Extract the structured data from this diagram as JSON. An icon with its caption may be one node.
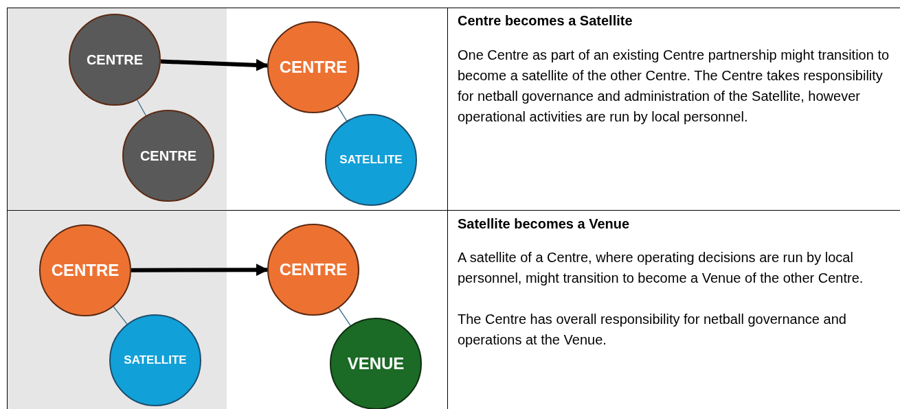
{
  "diagram": {
    "nodes": [
      {
        "text": [
          "CENTRE"
        ]
      },
      {
        "text": [
          "CENTRE"
        ]
      },
      {
        "text": [
          "CENTRE"
        ]
      },
      {
        "text": [
          "SATELLITE"
        ]
      },
      {
        "text": [
          "CENTRE"
        ]
      },
      {
        "text": [
          "SATELLITE"
        ]
      },
      {
        "text": [
          "CENTRE"
        ]
      },
      {
        "text": [
          "VENUE"
        ]
      }
    ],
    "edges": [
      {
        "from": 0,
        "to": 1,
        "arrow": "none"
      },
      {
        "from": 0,
        "to": 2,
        "arrow": "to",
        "style": "thick",
        "color": "#000000"
      },
      {
        "from": 2,
        "to": 3,
        "arrow": "none"
      },
      {
        "from": 4,
        "to": 5,
        "arrow": "none"
      },
      {
        "from": 4,
        "to": 6,
        "arrow": "to",
        "style": "thick",
        "color": "#000000"
      },
      {
        "from": 6,
        "to": 7,
        "arrow": "none"
      }
    ],
    "labels": [
      "Centre becomes a Satellite",
      "One Centre as part of an existing Centre partnership might transition to become a satellite of the other Centre. The Centre takes responsibility for netball governance and administration of the Satellite, however operational activities are run by local personnel.",
      "Satellite becomes a Venue",
      "A satellite of a Centre, where operating decisions are run by local personnel, might transition to become a Venue of the other Centre.",
      "The Centre has overall responsibility for netball governance and operations at the Venue."
    ]
  }
}
